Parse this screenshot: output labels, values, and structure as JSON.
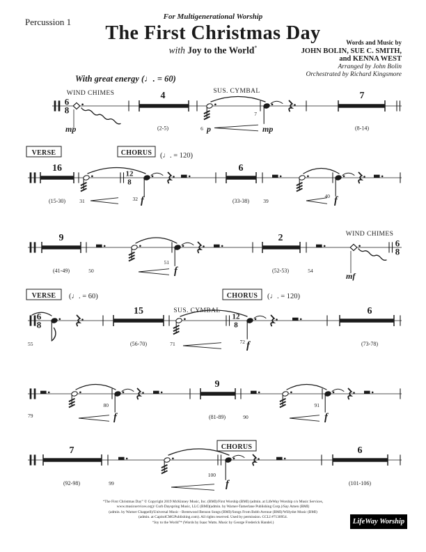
{
  "colors": {
    "ink": "#1a1a1a",
    "background": "#ffffff",
    "logo_bg": "#000000",
    "logo_text": "#ffffff"
  },
  "header": {
    "instrument": "Percussion 1",
    "series": "For Multigenerational Worship",
    "title": "The First Christmas Day",
    "subtitle_prefix": "with",
    "subtitle_main": "Joy to the World",
    "subtitle_asterisk": "*",
    "credit_heading": "Words and Music by",
    "credit_line1": "JOHN BOLIN, SUE C. SMITH,",
    "credit_line2": "and KENNA WEST",
    "arranger": "Arranged by John Bolin",
    "orchestrator": "Orchestrated by Richard Kingsmore",
    "tempo_marking": "With great energy (♩. = 60)"
  },
  "score": {
    "s1": {
      "ts_top": "6",
      "ts_bottom": "8",
      "wind_chimes_label": "WIND CHIMES",
      "dyn_mp": "mp",
      "mrest1_count": "4",
      "mrest1_range": "(2-5)",
      "m6": "6",
      "sus_cymbal_label": "SUS. CYMBAL",
      "dyn_p": "p",
      "dyn_mp2": "mp",
      "m7": "7",
      "mrest2_count": "7",
      "mrest2_range": "(8-14)"
    },
    "s2": {
      "verse_label": "VERSE",
      "mrest1_count": "16",
      "mrest1_range": "(15-30)",
      "m31": "31",
      "chorus_label": "CHORUS",
      "chorus_tempo": "(♩. = 120)",
      "ts_top": "12",
      "ts_bottom": "8",
      "m32": "32",
      "dyn_f1": "f",
      "mrest2_count": "6",
      "mrest2_range": "(33-38)",
      "m39": "39",
      "m40": "40",
      "dyn_f2": "f"
    },
    "s3": {
      "mrest1_count": "9",
      "mrest1_range": "(41-49)",
      "m50": "50",
      "m51": "51",
      "dyn_f": "f",
      "mrest2_count": "2",
      "mrest2_range": "(52-53)",
      "m54": "54",
      "wind_chimes_label": "WIND CHIMES",
      "dyn_mf": "mf",
      "ts_top": "6",
      "ts_bottom": "8"
    },
    "s4": {
      "verse_label": "VERSE",
      "verse_tempo": "(♩. = 60)",
      "chorus_label": "CHORUS",
      "chorus_tempo": "(♩. = 120)",
      "ts1_top": "6",
      "ts1_bottom": "8",
      "m55": "55",
      "mrest1_count": "15",
      "mrest1_range": "(56-70)",
      "m71": "71",
      "sus_cymbal_label": "SUS. CYMBAL",
      "ts2_top": "12",
      "ts2_bottom": "8",
      "m72": "72",
      "dyn_f": "f",
      "mrest2_count": "6",
      "mrest2_range": "(73-78)"
    },
    "s5": {
      "m79": "79",
      "m80": "80",
      "dyn_f1": "f",
      "mrest1_count": "9",
      "mrest1_range": "(81-89)",
      "m90": "90",
      "m91": "91",
      "dyn_f2": "f"
    },
    "s6": {
      "mrest1_count": "7",
      "mrest1_range": "(92-98)",
      "m99": "99",
      "chorus_label": "CHORUS",
      "m100": "100",
      "dyn_f": "f",
      "mrest2_count": "6",
      "mrest2_range": "(101-106)"
    }
  },
  "footer": {
    "lines": [
      "“The First Christmas Day” © Copyright 2019 McKinney Music, Inc. (BMI)/First Worship (BMI) (admin. at LifeWay Worship c/o Music Services,",
      "www.musicservices.org)/ Curb Dayspring Music, LLC (BMI)(admin. by Warner-Tamerlane Publishing Corp.)/Say Amen (BMI)",
      "(admin. by Warner Chappell)/Universal Music - Brentwood Benson Songs (BMI)/Songs From Bobb Avenue (BMI)/Willydot Music (BMI)",
      "(admin. at CapitolCMGPublishing.com). All rights reserved. Used by permission. CCLI #7130954.",
      "“Joy to the World”* (Words by Isaac Watts. Music by George Frederick Handel.)"
    ],
    "logo": "LifeWay Worship"
  }
}
